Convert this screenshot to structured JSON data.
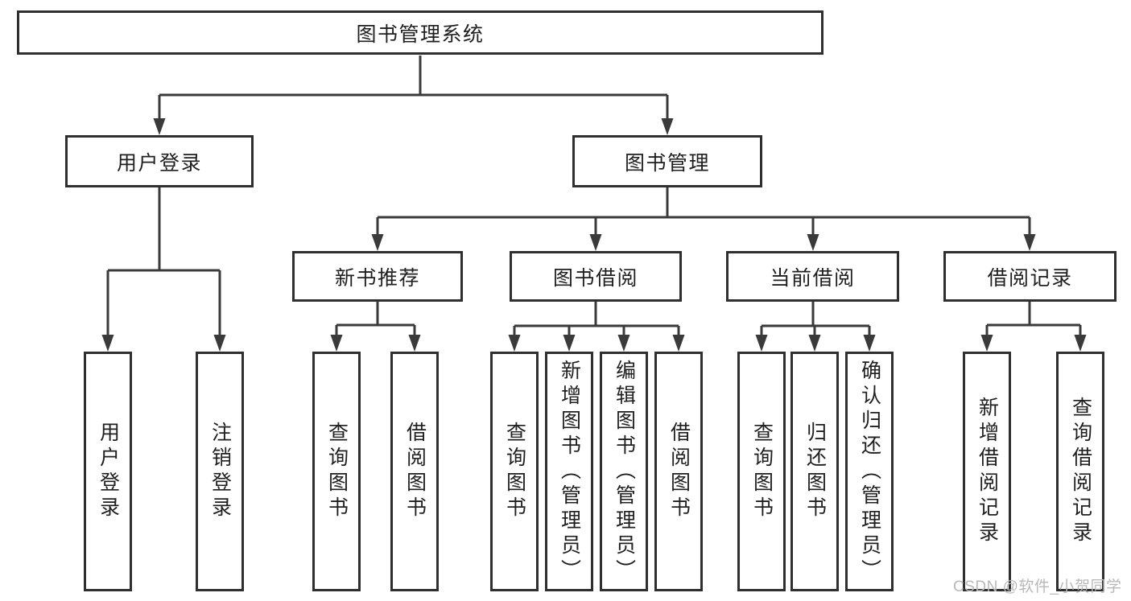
{
  "diagram_title": "图书管理系统",
  "tree": {
    "root": {
      "label": "图书管理系统",
      "children": [
        {
          "label": "用户登录",
          "children": [
            {
              "label": "用户登录"
            },
            {
              "label": "注销登录"
            }
          ]
        },
        {
          "label": "图书管理",
          "children": [
            {
              "label": "新书推荐",
              "children": [
                {
                  "label": "查询图书"
                },
                {
                  "label": "借阅图书"
                }
              ]
            },
            {
              "label": "图书借阅",
              "children": [
                {
                  "label": "查询图书"
                },
                {
                  "label": "新增图书（管理员）"
                },
                {
                  "label": "编辑图书（管理员）"
                },
                {
                  "label": "借阅图书"
                }
              ]
            },
            {
              "label": "当前借阅",
              "children": [
                {
                  "label": "查询图书"
                },
                {
                  "label": "归还图书"
                },
                {
                  "label": "确认归还（管理员）"
                }
              ]
            },
            {
              "label": "借阅记录",
              "children": [
                {
                  "label": "新增借阅记录"
                },
                {
                  "label": "查询借阅记录"
                }
              ]
            }
          ]
        }
      ]
    }
  },
  "watermark": {
    "text": "CSDN @软件_小贺同学"
  },
  "colors": {
    "background": "#ffffff",
    "box_border": "#2f2f2f",
    "connector_line": "#3a3a3a",
    "label_text": "#1f1f1f",
    "watermark_text": "#b9b9b9"
  }
}
